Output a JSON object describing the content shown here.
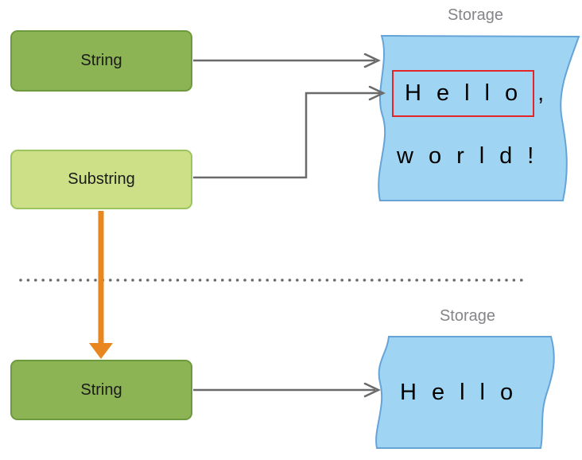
{
  "diagram": {
    "top": {
      "string_label": "String",
      "substring_label": "Substring",
      "storage_label": "Storage",
      "storage_line1_highlighted": "Hello",
      "storage_line1_punctuation": ",",
      "storage_line2": "world!"
    },
    "bottom": {
      "string_label": "String",
      "storage_label": "Storage",
      "storage_content": "Hello"
    },
    "colors": {
      "string_box_fill": "#8cb455",
      "string_box_border": "#6e9a3f",
      "substring_box_fill": "#cddf87",
      "substring_box_border": "#9cc45e",
      "storage_fill": "#9fd5f2",
      "storage_border": "#66a4d8",
      "highlight_red": "#e42527",
      "arrow_gray": "#6a6a6a",
      "arrow_orange": "#e8861f",
      "label_gray": "#848489"
    }
  }
}
